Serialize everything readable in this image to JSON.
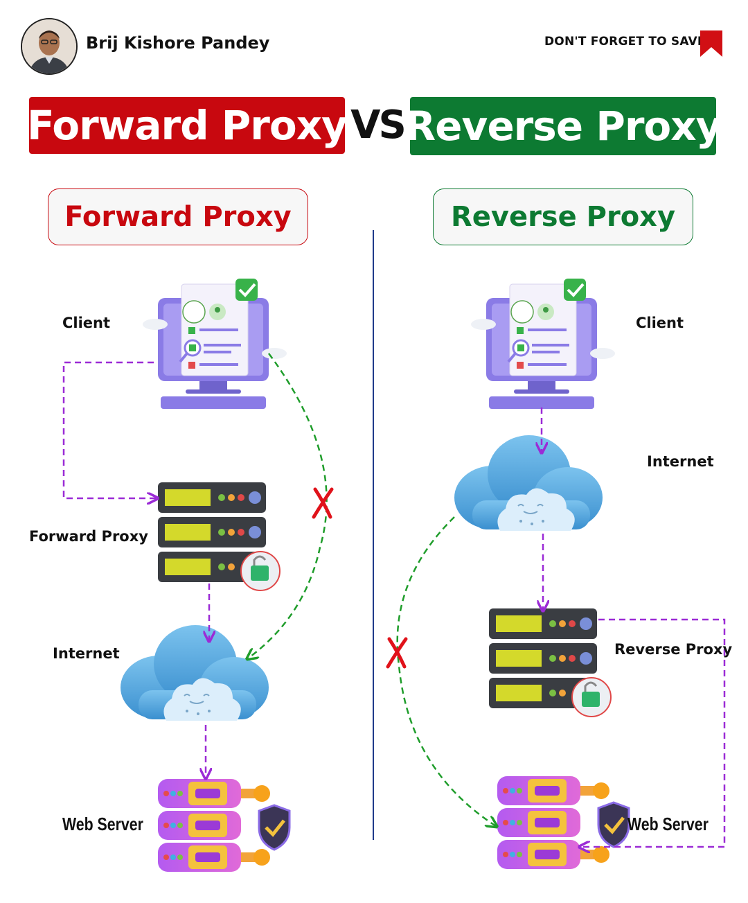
{
  "header": {
    "author_name": "Brij Kishore Pandey",
    "save_text": "DON'T FORGET TO SAVE"
  },
  "title": {
    "left": "Forward Proxy",
    "vs": "VS",
    "right": "Reverse Proxy"
  },
  "forward": {
    "section_title": "Forward Proxy",
    "labels": {
      "client": "Client",
      "proxy": "Forward Proxy",
      "internet": "Internet",
      "server": "Web Server"
    }
  },
  "reverse": {
    "section_title": "Reverse Proxy",
    "labels": {
      "client": "Client",
      "internet": "Internet",
      "proxy": "Reverse Proxy",
      "server": "Web Server"
    }
  },
  "colors": {
    "red": "#c8080f",
    "green": "#0d7a32",
    "flow_purple": "#9b2bd6",
    "blocked_green": "#1f9d2b",
    "divider": "#1f3a8a"
  },
  "icons": {
    "client": "computer-checklist-icon",
    "proxy": "server-rack-lock-icon",
    "internet": "cloud-icon",
    "server": "web-server-shield-icon",
    "blocked": "x-mark-icon",
    "save": "bookmark-icon"
  }
}
